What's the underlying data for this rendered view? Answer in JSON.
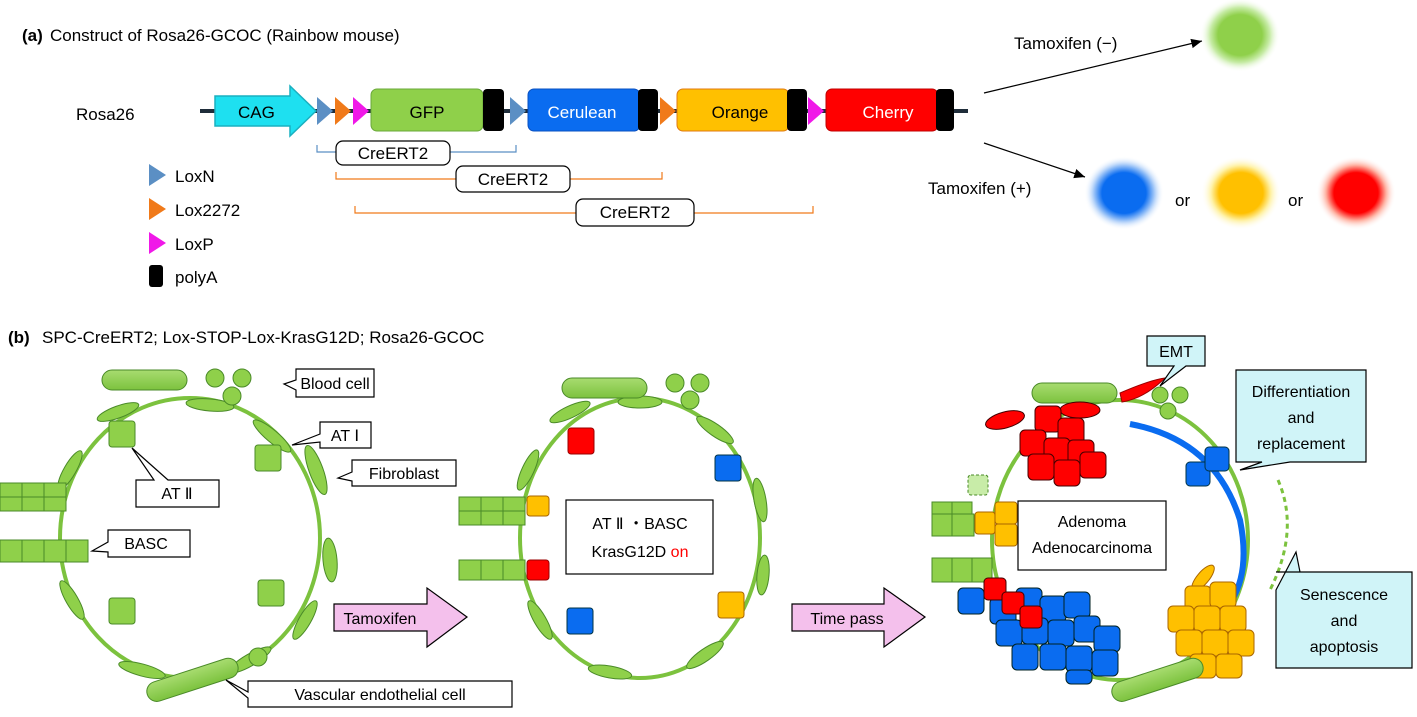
{
  "panel_a": {
    "letter": "(a)",
    "title": "Construct of Rosa26-GCOC (Rainbow mouse)",
    "locus": "Rosa26",
    "genes": {
      "cag": "CAG",
      "gfp": "GFP",
      "cerulean": "Cerulean",
      "orange": "Orange",
      "cherry": "Cherry"
    },
    "cre": [
      "CreERT2",
      "CreERT2",
      "CreERT2"
    ],
    "legend": [
      {
        "label": "LoxN",
        "color": "#5b8fc4",
        "icon": "triangle"
      },
      {
        "label": "Lox2272",
        "color": "#f07a1a",
        "icon": "triangle"
      },
      {
        "label": "LoxP",
        "color": "#f018e8",
        "icon": "triangle"
      },
      {
        "label": "polyA",
        "color": "#000000",
        "icon": "rounded-rect"
      }
    ],
    "tam_minus": "Tamoxifen (−)",
    "tam_plus": "Tamoxifen (+)",
    "or1": "or",
    "or2": "or",
    "colors": {
      "green": "#8fd04a",
      "blue": "#0a6cf0",
      "yellow": "#ffc000",
      "red": "#ff0000"
    }
  },
  "panel_b": {
    "letter": "(b)",
    "title": "SPC-CreERT2; Lox-STOP-Lox-KrasG12D; Rosa26-GCOC",
    "left": {
      "blood_cell": "Blood cell",
      "at1": "AT Ⅰ",
      "fibroblast": "Fibroblast",
      "at2": "AT Ⅱ",
      "basc": "BASC",
      "vascular": "Vascular endothelial cell"
    },
    "arrow1": "Tamoxifen",
    "middle": {
      "line1": "AT Ⅱ ・BASC",
      "line2_prefix": "KrasG12D ",
      "line2_on": "on"
    },
    "arrow2": "Time pass",
    "right": {
      "emt": "EMT",
      "diff": [
        "Differentiation",
        "and",
        "replacement"
      ],
      "adenoma": [
        "Adenoma",
        "Adenocarcinoma"
      ],
      "sen": [
        "Senescence",
        "and",
        "apoptosis"
      ]
    }
  }
}
